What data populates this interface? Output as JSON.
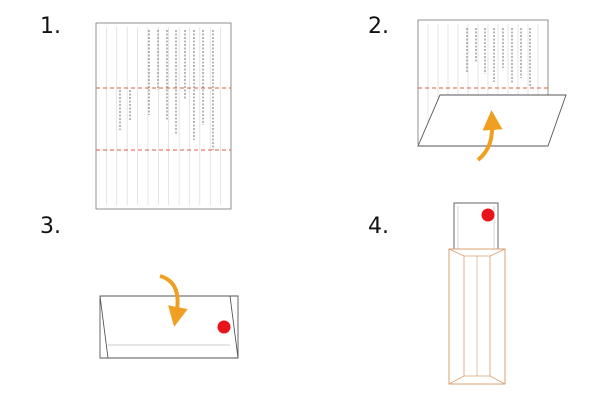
{
  "steps": [
    {
      "number": "1."
    },
    {
      "number": "2."
    },
    {
      "number": "3."
    },
    {
      "number": "4."
    }
  ],
  "colors": {
    "fold_line": "#e05a3a",
    "arrow": "#f0a020",
    "seal": "#e8141c",
    "envelope": "#d8a070",
    "paper_edge": "#666666",
    "text_line": "#c8c8c8"
  },
  "icons": [
    "letter-paper-icon",
    "fold-up-arrow-icon",
    "fold-down-arrow-icon",
    "red-seal-icon",
    "envelope-icon"
  ]
}
